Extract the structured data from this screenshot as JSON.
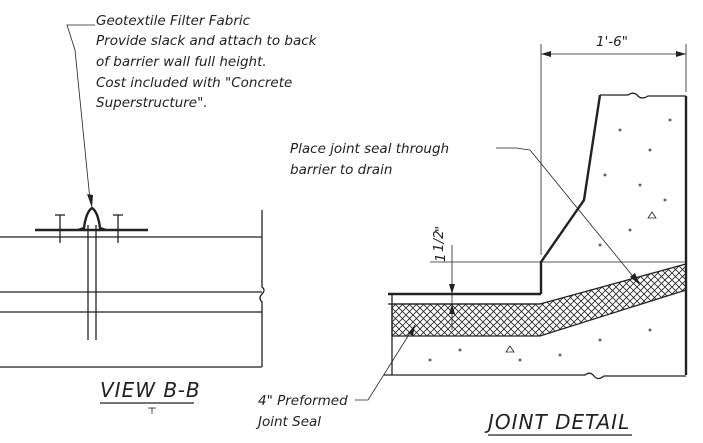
{
  "notes": {
    "geotextile": {
      "line1": "Geotextile Filter Fabric",
      "line2": "Provide slack and attach to back",
      "line3": "of barrier wall full height.",
      "line4": "Cost included with \"Concrete",
      "line5": "Superstructure\"."
    },
    "joint_seal_drain": {
      "line1": "Place joint seal through",
      "line2": "barrier to drain"
    },
    "preformed_seal": {
      "line1": "4\" Preformed",
      "line2": "Joint Seal"
    }
  },
  "dimensions": {
    "width": "1'-6\"",
    "depth_whole": "1",
    "depth_fraction": "1/2",
    "depth_unit": "\""
  },
  "titles": {
    "view": "VIEW B-B",
    "detail": "JOINT DETAIL"
  },
  "colors": {
    "line": "#222222",
    "background": "#ffffff"
  }
}
